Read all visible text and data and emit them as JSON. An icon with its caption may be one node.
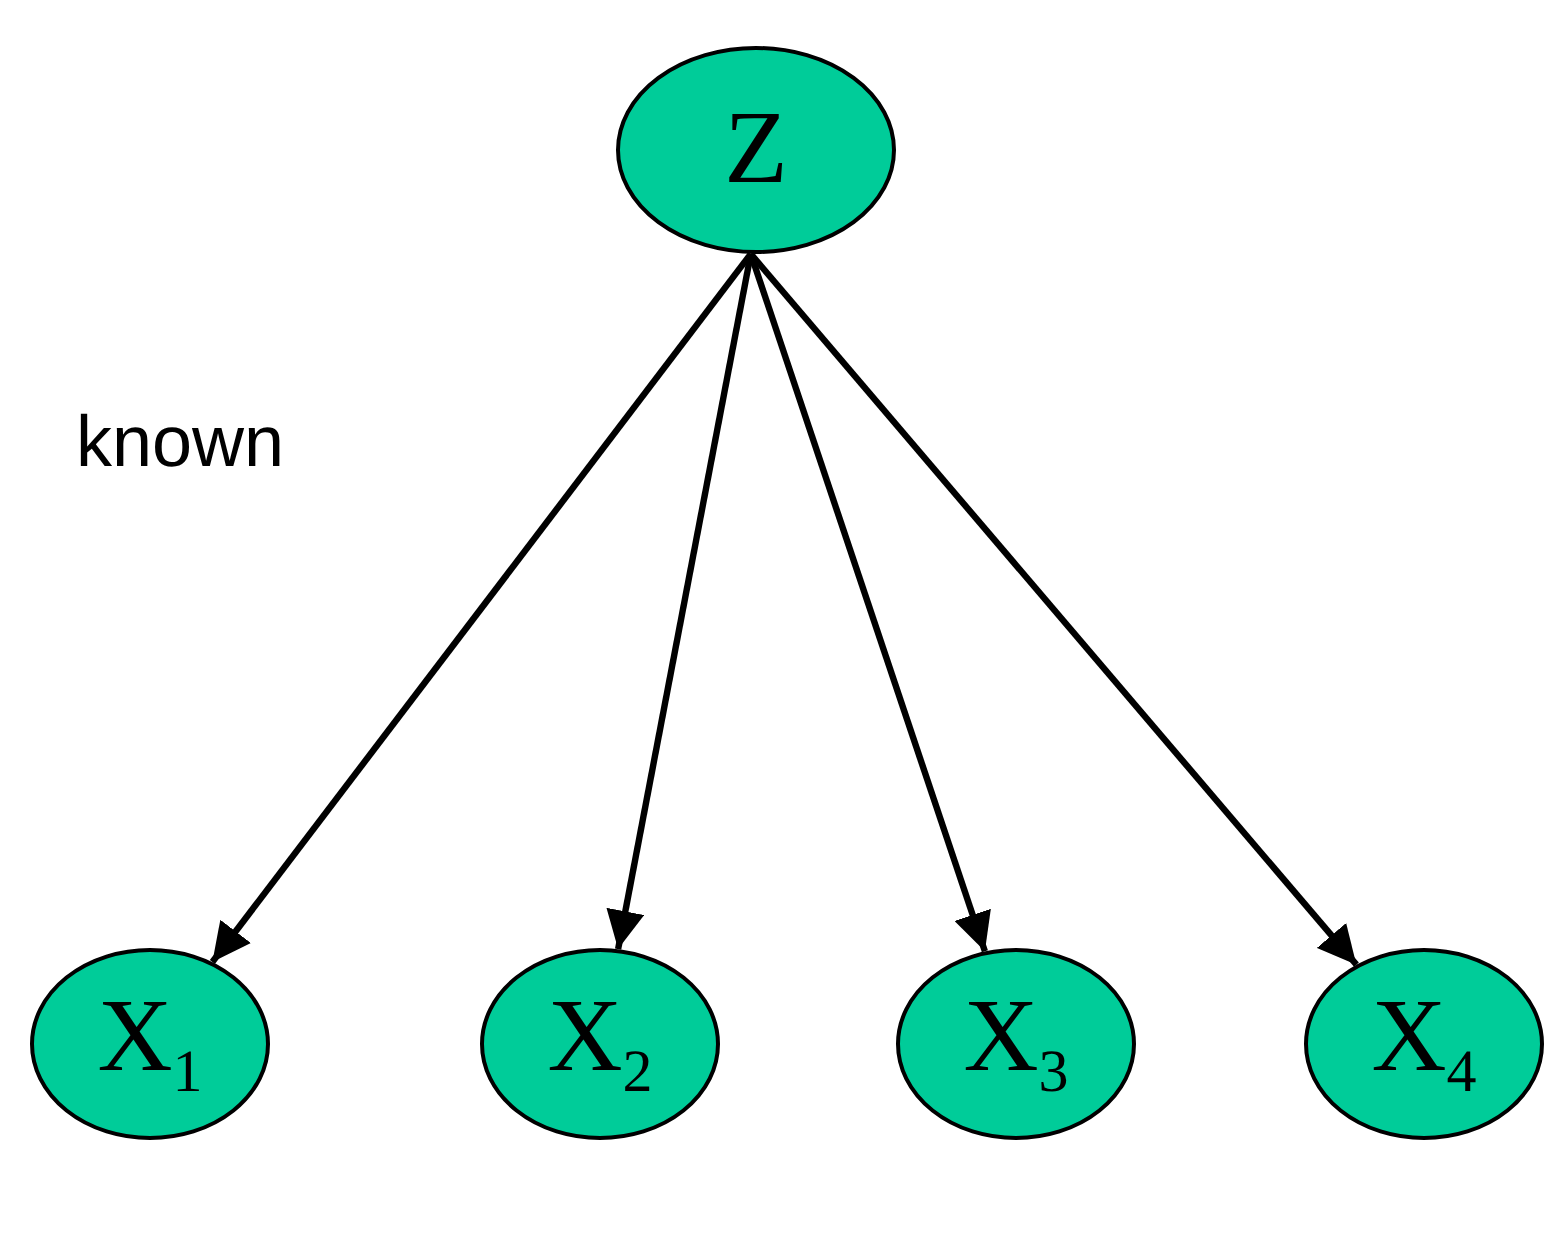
{
  "diagram": {
    "nodes": [
      {
        "text": [
          "Z"
        ]
      },
      {
        "text": [
          "X$_{1}$"
        ]
      },
      {
        "text": [
          "X$_{2}$"
        ]
      },
      {
        "text": [
          "X$_{3}$"
        ]
      },
      {
        "text": [
          "X$_{4}$"
        ]
      }
    ],
    "edges": [
      {
        "from": 0,
        "to": 1,
        "arrow": "to"
      },
      {
        "from": 0,
        "to": 2,
        "arrow": "to"
      },
      {
        "from": 0,
        "to": 3,
        "arrow": "to"
      },
      {
        "from": 0,
        "to": 4,
        "arrow": "to"
      }
    ],
    "labels": [
      "known"
    ]
  }
}
